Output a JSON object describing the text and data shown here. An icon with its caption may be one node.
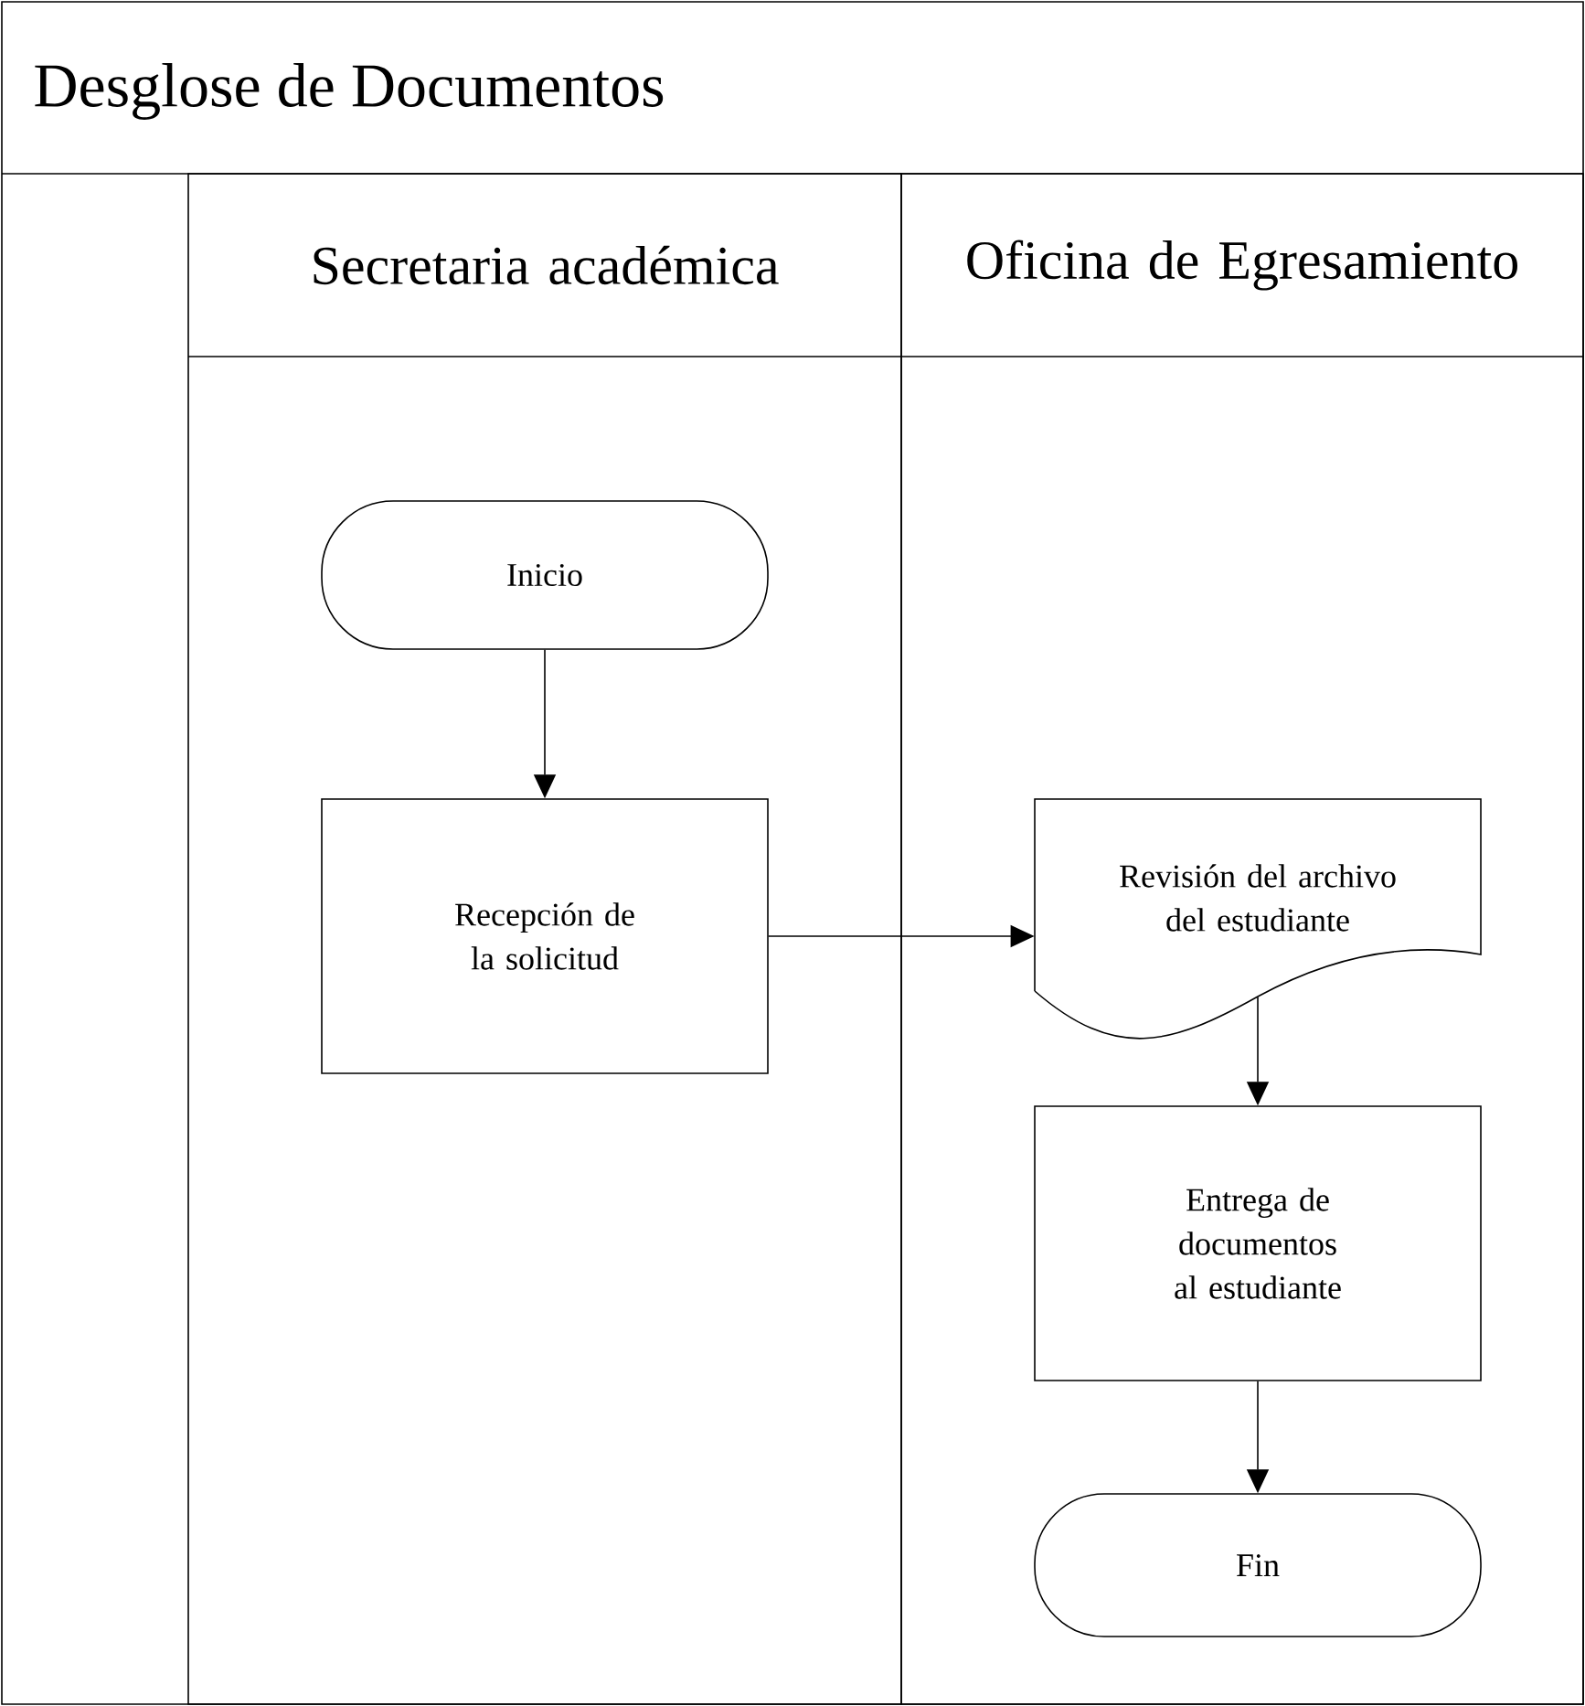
{
  "diagram": {
    "nodes": [
      {
        "text": [
          "Desglose de Documentos"
        ]
      },
      {
        "text": [
          "Secretaria académica"
        ],
        "in": 0
      },
      {
        "text": [
          "Oficina de Egresamiento"
        ],
        "in": 0
      },
      {
        "text": [
          "Inicio"
        ],
        "in": 1
      },
      {
        "text": [
          "Recepción de la solicitud"
        ],
        "in": 1
      },
      {
        "text": [
          "Revisión del archivo del estudiante"
        ],
        "in": 2
      },
      {
        "text": [
          "Entrega de documentos al estudiante"
        ],
        "in": 2
      },
      {
        "text": [
          "Fin"
        ],
        "in": 2
      }
    ],
    "edges": [
      {
        "from": 3,
        "to": 4,
        "arrow": "to"
      },
      {
        "from": 4,
        "to": 5,
        "arrow": "to"
      },
      {
        "from": 5,
        "to": 6,
        "arrow": "to"
      },
      {
        "from": 6,
        "to": 7,
        "arrow": "to"
      }
    ]
  }
}
